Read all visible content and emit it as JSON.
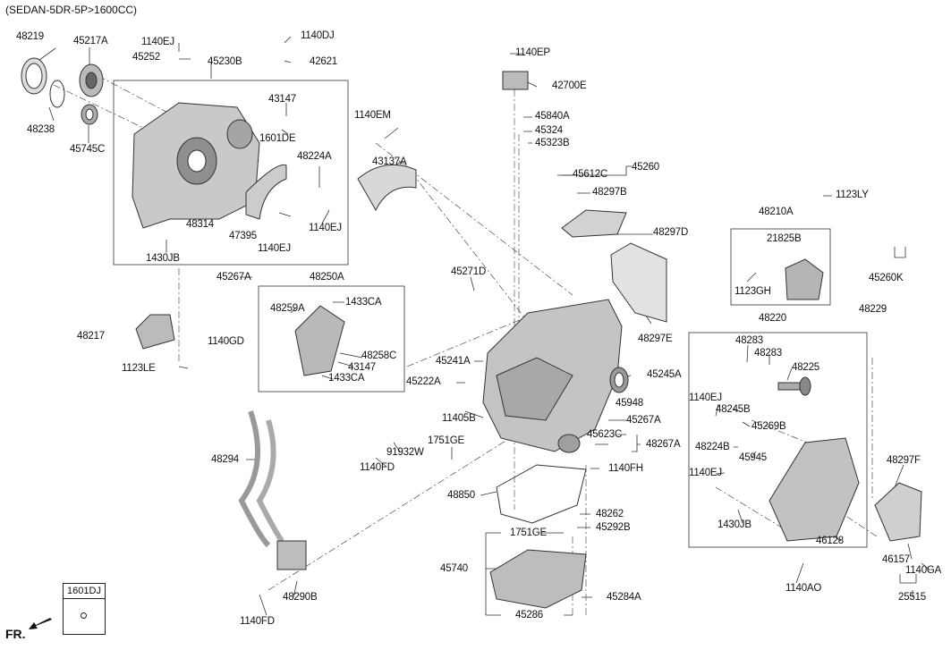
{
  "header": "(SEDAN-5DR-5P>1600CC)",
  "legend": {
    "code": "1601DJ"
  },
  "direction": "FR.",
  "labels": [
    {
      "id": "48219",
      "text": "48219"
    },
    {
      "id": "45217A",
      "text": "45217A"
    },
    {
      "id": "1140EJ_a",
      "text": "1140EJ"
    },
    {
      "id": "45252",
      "text": "45252"
    },
    {
      "id": "45230B",
      "text": "45230B"
    },
    {
      "id": "1140DJ",
      "text": "1140DJ"
    },
    {
      "id": "42621",
      "text": "42621"
    },
    {
      "id": "1140EP",
      "text": "1140EP"
    },
    {
      "id": "42700E",
      "text": "42700E"
    },
    {
      "id": "48238",
      "text": "48238"
    },
    {
      "id": "45745C",
      "text": "45745C"
    },
    {
      "id": "43147_a",
      "text": "43147"
    },
    {
      "id": "1601DE",
      "text": "1601DE"
    },
    {
      "id": "1140EM",
      "text": "1140EM"
    },
    {
      "id": "45840A",
      "text": "45840A"
    },
    {
      "id": "45324",
      "text": "45324"
    },
    {
      "id": "45323B",
      "text": "45323B"
    },
    {
      "id": "48224A",
      "text": "48224A"
    },
    {
      "id": "43137A",
      "text": "43137A"
    },
    {
      "id": "45612C",
      "text": "45612C"
    },
    {
      "id": "45260",
      "text": "45260"
    },
    {
      "id": "48297B",
      "text": "48297B"
    },
    {
      "id": "1123LY",
      "text": "1123LY"
    },
    {
      "id": "48314",
      "text": "48314"
    },
    {
      "id": "1140EJ_b",
      "text": "1140EJ"
    },
    {
      "id": "47395",
      "text": "47395"
    },
    {
      "id": "1140EJ_c",
      "text": "1140EJ"
    },
    {
      "id": "48210A",
      "text": "48210A"
    },
    {
      "id": "48297D",
      "text": "48297D"
    },
    {
      "id": "21825B",
      "text": "21825B"
    },
    {
      "id": "1430JB_a",
      "text": "1430JB"
    },
    {
      "id": "45267A_a",
      "text": "45267A"
    },
    {
      "id": "48250A",
      "text": "48250A"
    },
    {
      "id": "45271D",
      "text": "45271D"
    },
    {
      "id": "45260K",
      "text": "45260K"
    },
    {
      "id": "1433CA_a",
      "text": "1433CA"
    },
    {
      "id": "48259A",
      "text": "48259A"
    },
    {
      "id": "1123GH",
      "text": "1123GH"
    },
    {
      "id": "48229",
      "text": "48229"
    },
    {
      "id": "48220",
      "text": "48220"
    },
    {
      "id": "48217",
      "text": "48217"
    },
    {
      "id": "1140GD",
      "text": "1140GD"
    },
    {
      "id": "48297E",
      "text": "48297E"
    },
    {
      "id": "48283_a",
      "text": "48283"
    },
    {
      "id": "48283_b",
      "text": "48283"
    },
    {
      "id": "48258C",
      "text": "48258C"
    },
    {
      "id": "45241A",
      "text": "45241A"
    },
    {
      "id": "43147_b",
      "text": "43147"
    },
    {
      "id": "1123LE",
      "text": "1123LE"
    },
    {
      "id": "1433CA_b",
      "text": "1433CA"
    },
    {
      "id": "45245A",
      "text": "45245A"
    },
    {
      "id": "48225",
      "text": "48225"
    },
    {
      "id": "45222A",
      "text": "45222A"
    },
    {
      "id": "1140EJ_d",
      "text": "1140EJ"
    },
    {
      "id": "45948",
      "text": "45948"
    },
    {
      "id": "48245B",
      "text": "48245B"
    },
    {
      "id": "11405B",
      "text": "11405B"
    },
    {
      "id": "45267A_b",
      "text": "45267A"
    },
    {
      "id": "45269B",
      "text": "45269B"
    },
    {
      "id": "45623C",
      "text": "45623C"
    },
    {
      "id": "1751GE_a",
      "text": "1751GE"
    },
    {
      "id": "48267A",
      "text": "48267A"
    },
    {
      "id": "48224B",
      "text": "48224B"
    },
    {
      "id": "91932W",
      "text": "91932W"
    },
    {
      "id": "48294",
      "text": "48294"
    },
    {
      "id": "45945",
      "text": "45945"
    },
    {
      "id": "1140FD_a",
      "text": "1140FD"
    },
    {
      "id": "1140FH",
      "text": "1140FH"
    },
    {
      "id": "1140EJ_e",
      "text": "1140EJ"
    },
    {
      "id": "48297F",
      "text": "48297F"
    },
    {
      "id": "48850",
      "text": "48850"
    },
    {
      "id": "48262",
      "text": "48262"
    },
    {
      "id": "45292B",
      "text": "45292B"
    },
    {
      "id": "1430JB_b",
      "text": "1430JB"
    },
    {
      "id": "1751GE_b",
      "text": "1751GE"
    },
    {
      "id": "46128",
      "text": "46128"
    },
    {
      "id": "45740",
      "text": "45740"
    },
    {
      "id": "46157",
      "text": "46157"
    },
    {
      "id": "1140GA",
      "text": "1140GA"
    },
    {
      "id": "1140AO",
      "text": "1140AO"
    },
    {
      "id": "45284A",
      "text": "45284A"
    },
    {
      "id": "48290B",
      "text": "48290B"
    },
    {
      "id": "25515",
      "text": "25515"
    },
    {
      "id": "45286",
      "text": "45286"
    },
    {
      "id": "1140FD_b",
      "text": "1140FD"
    }
  ]
}
